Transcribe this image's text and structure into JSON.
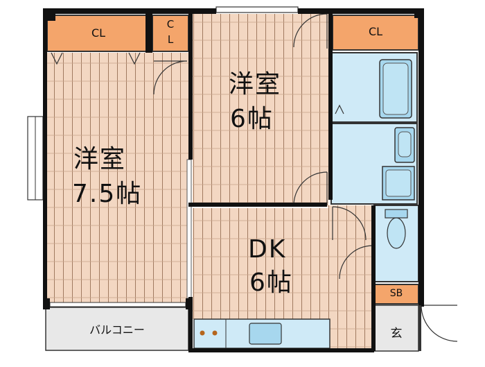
{
  "rooms": {
    "western_room_large": {
      "name": "洋室",
      "size": "7.5帖"
    },
    "western_room_small": {
      "name": "洋室",
      "size": "6帖"
    },
    "dk": {
      "name": "DK",
      "size": "6帖"
    }
  },
  "closets": {
    "cl_left": "CL",
    "cl_small_top": "C",
    "cl_small_bottom": "L",
    "cl_right": "CL"
  },
  "spaces": {
    "balcony": "バルコニー",
    "sb": "SB",
    "entrance": "玄"
  },
  "colors": {
    "flooring": "#f3d7c2",
    "closet": "#f4a56b",
    "wet_area": "#cfeaf7",
    "wall": "#111111",
    "balcony": "#e8e8e8"
  }
}
